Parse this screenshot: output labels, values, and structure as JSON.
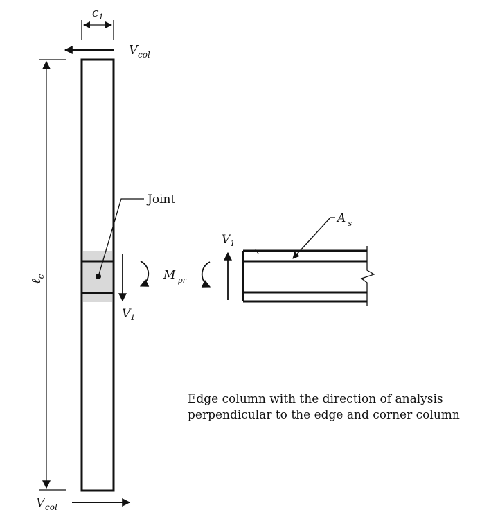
{
  "labels": {
    "c1": {
      "base": "c",
      "sub": "1"
    },
    "vcol_top": {
      "base": "V",
      "sub": "col"
    },
    "vcol_bottom": {
      "base": "V",
      "sub": "col"
    },
    "lc": {
      "base": "ℓ",
      "sub": "c"
    },
    "joint": "Joint",
    "v1_left": {
      "base": "V",
      "sub": "1"
    },
    "v1_right": {
      "base": "V",
      "sub": "1"
    },
    "mpr": {
      "base": "M",
      "sub": "pr",
      "sup": "−"
    },
    "as": {
      "base": "A",
      "sub": "s",
      "sup": "−"
    }
  },
  "caption": {
    "line1": "Edge column with the direction of analysis",
    "line2": "perpendicular to the edge and corner column"
  },
  "colors": {
    "stroke": "#111111",
    "joint_fill": "#d9d9d9"
  }
}
